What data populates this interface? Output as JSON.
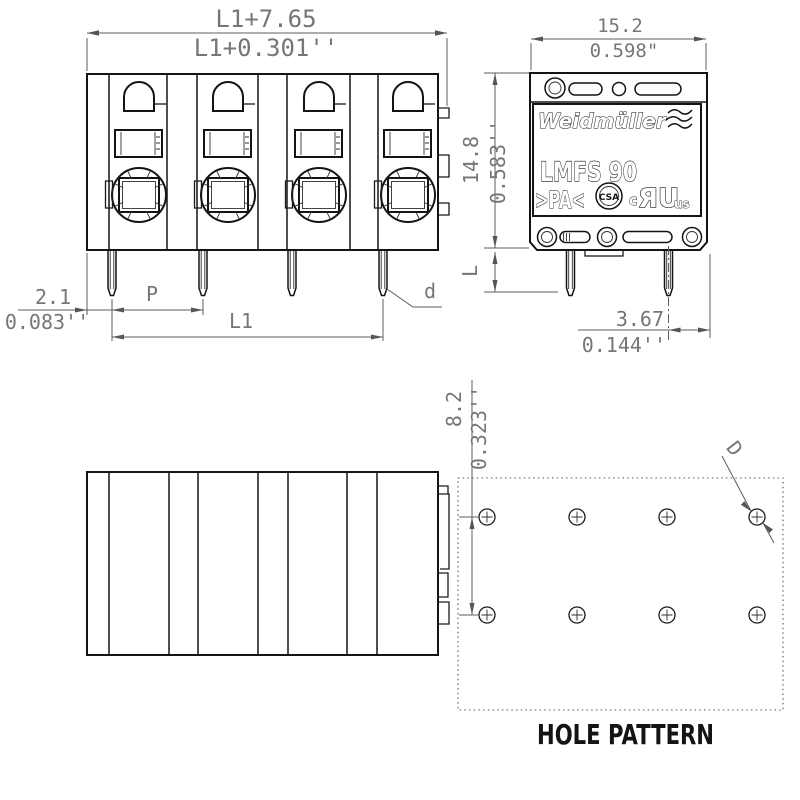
{
  "front_view": {
    "dim_total_mm": "L1+7.65",
    "dim_total_in": "L1+0.301''",
    "dim_offset_mm": "2.1",
    "dim_offset_in": "0.083''",
    "pitch_label": "P",
    "length_label": "L1",
    "pin_dia_label": "d"
  },
  "side_view": {
    "dim_width_mm": "15.2",
    "dim_width_in": "0.598\"",
    "dim_height_mm": "14.8",
    "dim_height_in": "0.583''",
    "leg_label": "L",
    "dim_pin_offset_mm": "3.67",
    "dim_pin_offset_in": "0.144''",
    "label": {
      "brand": "Weidmüller",
      "product": "LMFS 90",
      "material": ">PA<",
      "csa": "CSA",
      "ul_c": "c",
      "ul_mark": "ЯU",
      "ul_us": "us"
    }
  },
  "hole_pattern": {
    "dim_row_mm": "8.2",
    "dim_row_in": "0.323''",
    "dia_label": "D",
    "title": "HOLE PATTERN"
  }
}
